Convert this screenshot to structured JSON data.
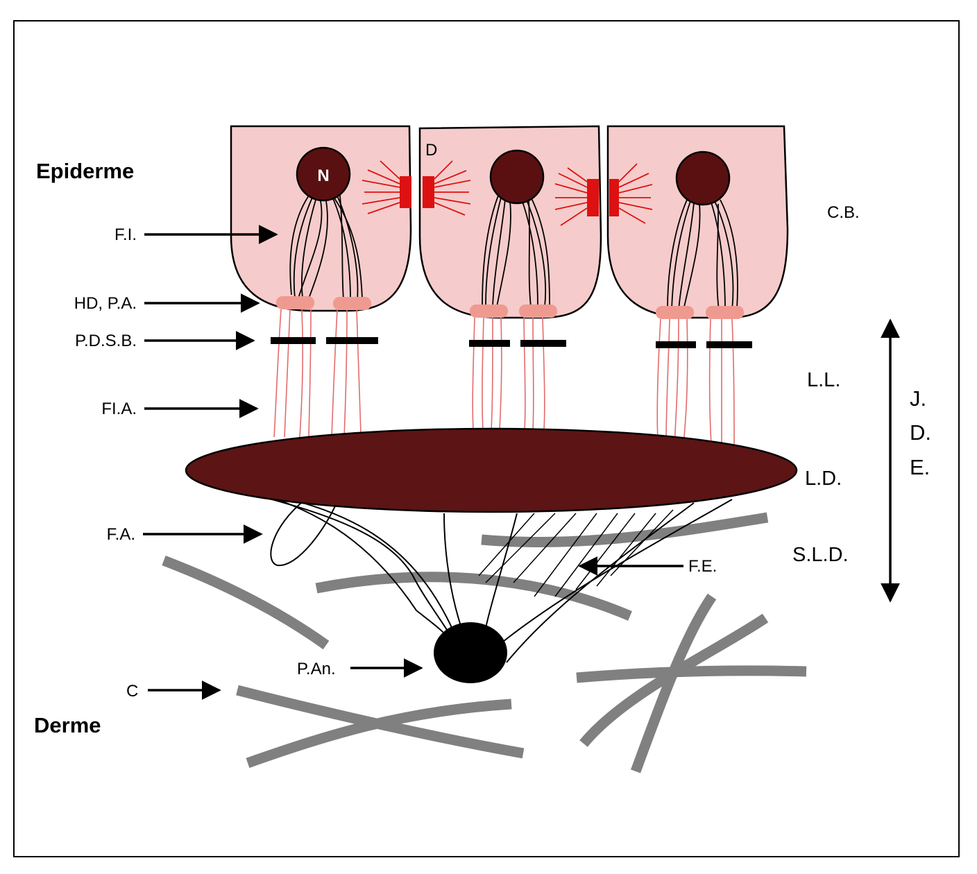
{
  "regions": {
    "epidermis": "Epiderme",
    "dermis": "Derme"
  },
  "labels": {
    "nucleus": "N",
    "desmosome": "D",
    "basal_cells": "C.B.",
    "intermediate_filaments": "F.I.",
    "hemidesmosome": "HD, P.A.",
    "sub_basal_dense_plate": "P.D.S.B.",
    "anchoring_filaments": "FI.A.",
    "anchoring_fibrils": "F.A.",
    "elastic_fibers": "F.E.",
    "anchoring_plaque": "P.An.",
    "collagen": "C",
    "lamina_lucida": "L.L.",
    "lamina_densa": "L.D.",
    "sub_lamina_densa": "S.L.D.",
    "jde_j": "J.",
    "jde_d": "D.",
    "jde_e": "E."
  },
  "colors": {
    "cell_fill": "#f5cccb",
    "nucleus": "#5a1010",
    "lamina_densa": "#5c1414",
    "desmosome": "#dd1111",
    "hemidesmosome": "#ef9a90",
    "anchoring_filament": "#e26b6b",
    "collagen": "#808080",
    "anchoring_plaque": "#000000"
  }
}
